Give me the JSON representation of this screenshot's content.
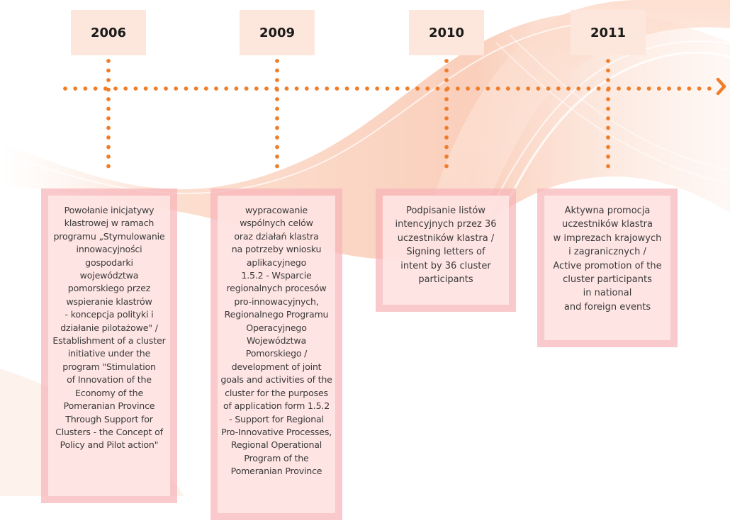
{
  "timeline": {
    "accent_color": "#f07d2a",
    "arrow_icon": "chevron-right-icon",
    "events": [
      {
        "year": "2006",
        "text": "Powołanie inicjatywy\nklastrowej w ramach\nprogramu „Stymulowanie\ninnowacyjności\ngospodarki\nwojewództwa\npomorskiego przez\nwspieranie klastrów\n- koncepcja polityki i\ndziałanie pilotażowe\" /\nEstablishment of a cluster\ninitiative under the\nprogram \"Stimulation\nof Innovation of the\nEconomy of the\nPomeranian Province\nThrough Support for\nClusters - the Concept of\nPolicy and Pilot action\""
      },
      {
        "year": "2009",
        "text": "wypracowanie\nwspólnych celów\noraz działań klastra\nna potrzeby wniosku\naplikacyjnego\n1.5.2 - Wsparcie\nregionalnych procesów\npro-innowacyjnych,\nRegionalnego Programu\nOperacyjnego\nWojewództwa\nPomorskiego /\ndevelopment of joint\ngoals and activities of the\ncluster for the purposes\nof application form 1.5.2\n- Support for Regional\nPro-Innovative Processes,\nRegional Operational\nProgram of the\nPomeranian Province"
      },
      {
        "year": "2010",
        "text": "Podpisanie listów\nintencyjnych przez 36\nuczestników klastra /\nSigning letters of\nintent by 36 cluster\nparticipants"
      },
      {
        "year": "2011",
        "text": "Aktywna promocja\nuczestników klastra\nw imprezach krajowych\ni zagranicznych /\nActive promotion of the\ncluster participants\nin national\nand foreign events"
      }
    ]
  }
}
